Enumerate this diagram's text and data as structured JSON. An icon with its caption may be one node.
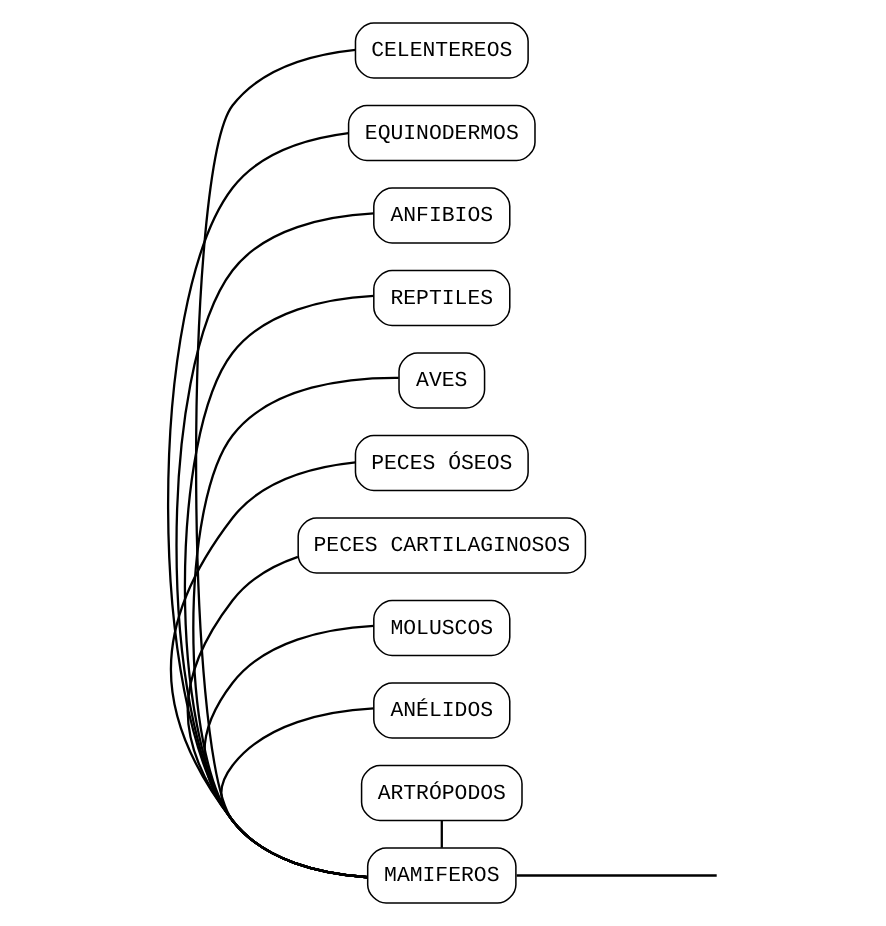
{
  "diagram": {
    "nodes": [
      {
        "text": [
          "CELENTEREOS"
        ]
      },
      {
        "text": [
          "EQUINODERMOS"
        ]
      },
      {
        "text": [
          "ANFIBIOS"
        ]
      },
      {
        "text": [
          "REPTILES"
        ]
      },
      {
        "text": [
          "MAMIFEROS"
        ]
      },
      {
        "text": [
          "AVES"
        ]
      },
      {
        "text": [
          "PECES ÓSEOS"
        ]
      },
      {
        "text": [
          "PECES CARTILAGINOSOS"
        ]
      },
      {
        "text": [
          "MOLUSCOS"
        ]
      },
      {
        "text": [
          "ANÉLIDOS"
        ]
      },
      {
        "text": [
          "ARTRÓPODOS"
        ]
      }
    ],
    "edges": [
      {
        "from": 0,
        "to": 4,
        "arrow": "none"
      },
      {
        "from": 1,
        "to": 4,
        "arrow": "none"
      },
      {
        "from": 2,
        "to": 4,
        "arrow": "none"
      },
      {
        "from": 3,
        "to": 4,
        "arrow": "none"
      },
      {
        "from": 5,
        "to": 4,
        "arrow": "none"
      },
      {
        "from": 6,
        "to": 4,
        "arrow": "none"
      },
      {
        "from": 7,
        "to": 4,
        "arrow": "none"
      },
      {
        "from": 8,
        "to": 4,
        "arrow": "none"
      },
      {
        "from": 9,
        "to": 4,
        "arrow": "none"
      },
      {
        "from": 10,
        "to": 4,
        "arrow": "none"
      },
      {
        "from": 4,
        "to": null,
        "arrow": "none"
      }
    ]
  }
}
